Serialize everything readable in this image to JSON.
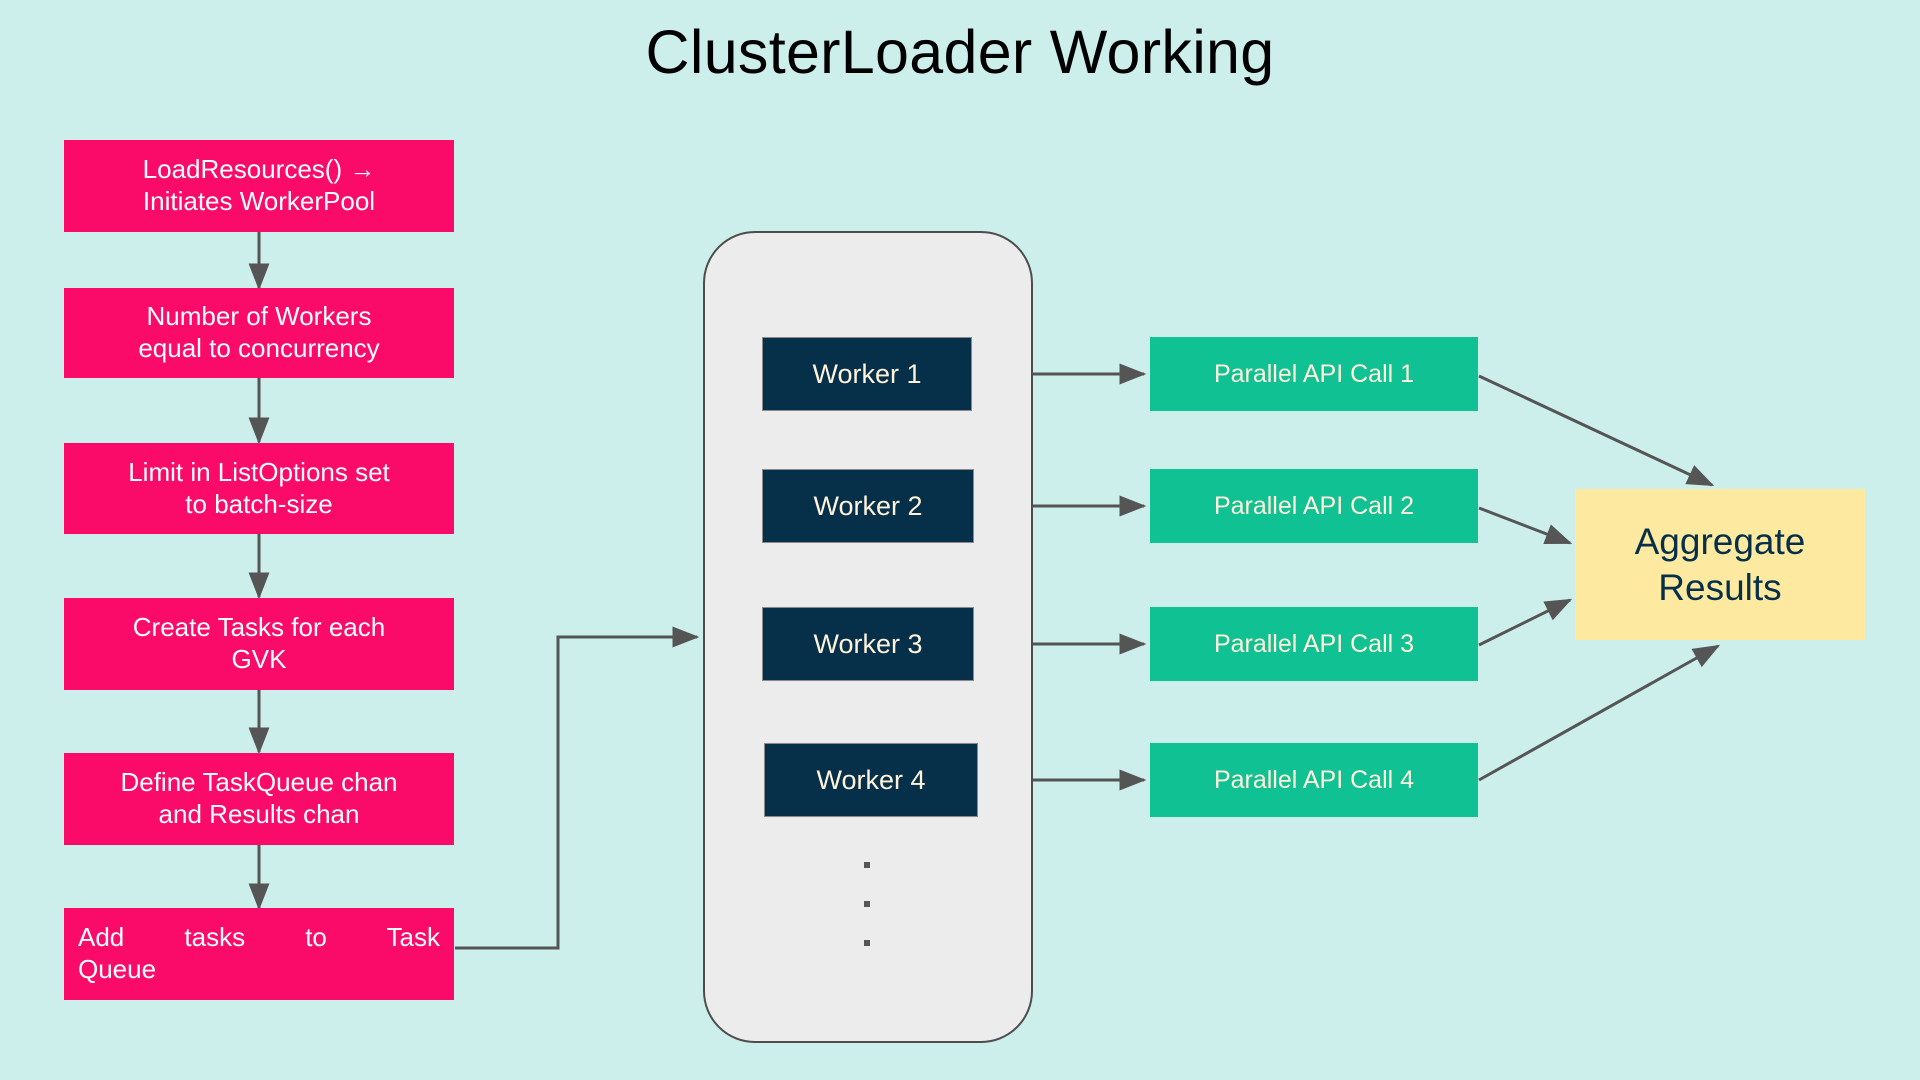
{
  "title": "ClusterLoader Working",
  "theme": {
    "background": "#CCEFEC",
    "step_box": "#FA0A69",
    "step_text": "#FFFFFF",
    "pool_container_fill": "#ECECEC",
    "pool_container_border": "#4D4D4D",
    "worker_box": "#063049",
    "worker_text": "#FFF3DC",
    "api_box": "#10C194",
    "api_text": "#FFF3DC",
    "aggregate_box": "#FDE9A0",
    "aggregate_text": "#063049",
    "connector": "#555555"
  },
  "flow_steps": [
    {
      "id": "load-resources",
      "line1": "LoadResources() →",
      "line2": "Initiates WorkerPool",
      "align": "center"
    },
    {
      "id": "number-of-workers",
      "line1": "Number of Workers",
      "line2": "equal to concurrency",
      "align": "center"
    },
    {
      "id": "limit-listoptions",
      "line1": "Limit in ListOptions set",
      "line2": "to batch-size",
      "align": "center"
    },
    {
      "id": "create-tasks",
      "line1": "Create Tasks for each",
      "line2": "GVK",
      "align": "center"
    },
    {
      "id": "define-taskqueue",
      "line1": "Define TaskQueue chan",
      "line2": "and Results chan",
      "align": "center"
    },
    {
      "id": "add-tasks-queue",
      "line1": "Add tasks to Task",
      "line2": "Queue",
      "align": "justify"
    }
  ],
  "worker_pool": {
    "workers": [
      {
        "id": "worker-1",
        "label": "Worker 1"
      },
      {
        "id": "worker-2",
        "label": "Worker 2"
      },
      {
        "id": "worker-3",
        "label": "Worker 3"
      },
      {
        "id": "worker-4",
        "label": "Worker 4"
      }
    ],
    "ellipsis": "⋮"
  },
  "api_calls": [
    {
      "id": "api-call-1",
      "label": "Parallel API Call 1"
    },
    {
      "id": "api-call-2",
      "label": "Parallel API Call 2"
    },
    {
      "id": "api-call-3",
      "label": "Parallel API Call 3"
    },
    {
      "id": "api-call-4",
      "label": "Parallel API Call 4"
    }
  ],
  "aggregate": {
    "line1": "Aggregate",
    "line2": "Results"
  }
}
